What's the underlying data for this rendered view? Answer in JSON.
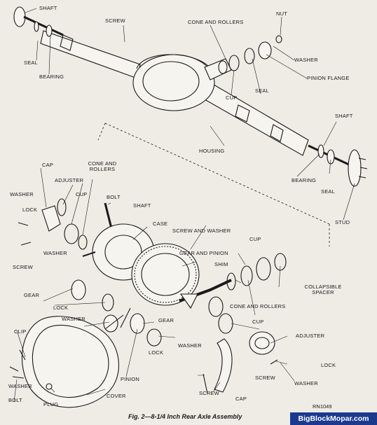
{
  "labels": {
    "shaft_top": "SHAFT",
    "screw_top": "SCREW",
    "cone_rollers_top": "CONE AND ROLLERS",
    "nut": "NUT",
    "washer_top": "WASHER",
    "seal_left": "SEAL",
    "bearing_left": "BEARING",
    "pinion_flange": "PINION FLANGE",
    "cup_top": "CUP",
    "seal_top": "SEAL",
    "shaft_right": "SHAFT",
    "housing": "HOUSING",
    "bearing_right": "BEARING",
    "seal_right": "SEAL",
    "stud": "STUD",
    "cap_left": "CAP",
    "adjuster_left": "ADJUSTER",
    "cone_rollers_left": "CONE AND ROLLERS",
    "cup_left": "CUP",
    "bolt_left": "BOLT",
    "shaft_mid": "SHAFT",
    "washer_left": "WASHER",
    "lock_left": "LOCK",
    "case": "CASE",
    "screw_and_washer": "SCREW AND WASHER",
    "screw_left": "SCREW",
    "washer_mid": "WASHER",
    "gear_and_pinion": "GEAR AND PINION",
    "cup_mid": "CUP",
    "shim": "SHIM",
    "gear_left": "GEAR",
    "lock_mid": "LOCK",
    "collapsible_spacer": "COLLAPSIBLE SPACER",
    "cone_rollers_mid": "CONE AND ROLLERS",
    "washer_bottom_left": "WASHER",
    "gear_mid": "GEAR",
    "cup_bottom": "CUP",
    "washer_center": "WASHER",
    "lock_center": "LOCK",
    "adjuster_right": "ADJUSTER",
    "clip": "CLIP",
    "lock_right": "LOCK",
    "screw_right": "SCREW",
    "washer_right": "WASHER",
    "pinion": "PINION",
    "washer_cover": "WASHER",
    "screw_bottom": "SCREW",
    "cap_bottom": "CAP",
    "cover": "COVER",
    "bolt_bottom": "BOLT",
    "plug": "PLUG"
  },
  "caption": "Fig. 2—8-1/4 Inch Rear Axle Assembly",
  "figure_ref": "RN1049",
  "watermark": "BigBlockMopar.com",
  "colors": {
    "paper": "#efece6",
    "ink": "#1a1a1a",
    "watermark_bg": "#1b3a8f"
  }
}
